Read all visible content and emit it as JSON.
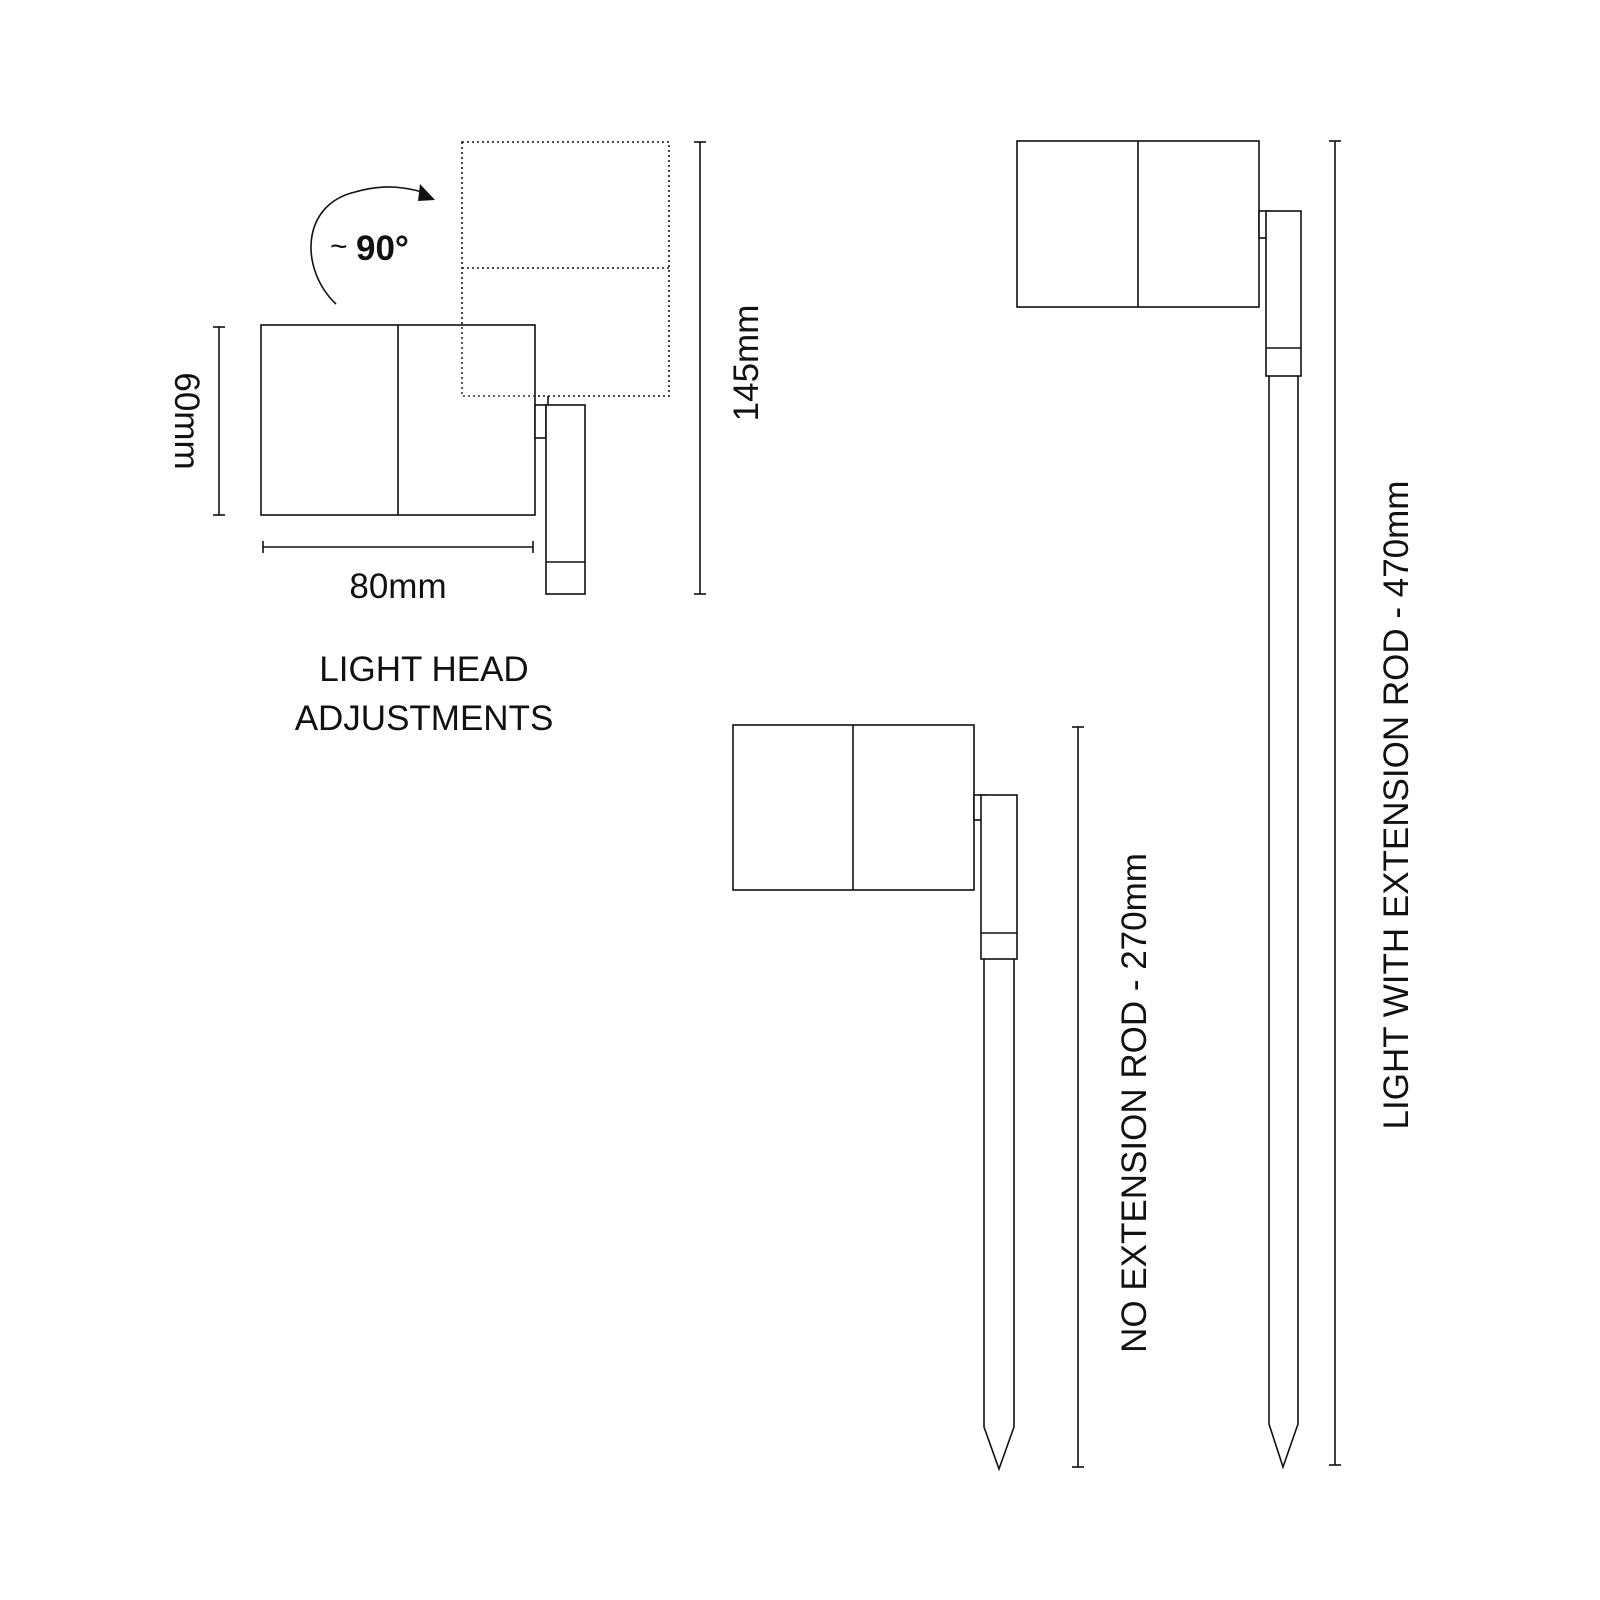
{
  "diagram": {
    "rotation_label": "90°",
    "rotation_prefix": "~",
    "dimensions": {
      "head_height": "60mm",
      "head_width": "80mm",
      "head_total_height": "145mm"
    },
    "caption_line1": "LIGHT HEAD",
    "caption_line2": "ADJUSTMENTS",
    "no_extension_label": "NO EXTENSION ROD - 270mm",
    "with_extension_label": "LIGHT WITH EXTENSION ROD - 470mm"
  }
}
